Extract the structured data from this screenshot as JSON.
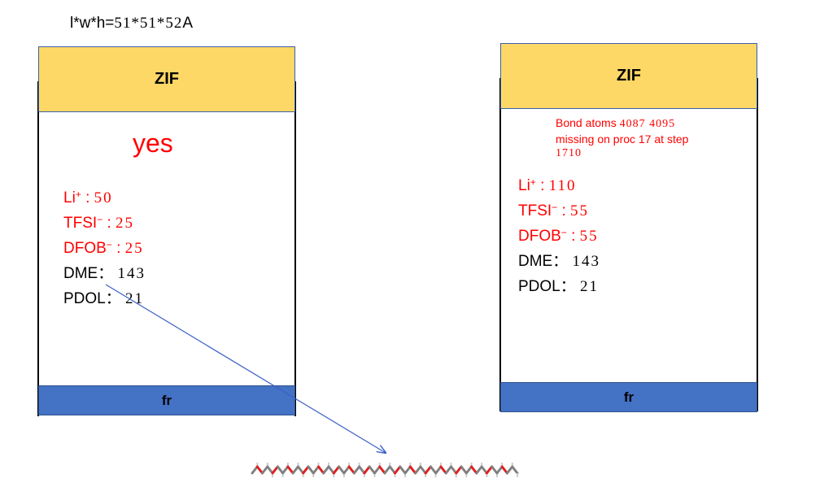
{
  "dimensions": {
    "label": "l*w*h=",
    "value": "51*51*52",
    "unit": "A"
  },
  "left_box": {
    "header": "ZIF",
    "status": "yes",
    "footer": "fr",
    "components": [
      {
        "name": "Li",
        "charge": "+",
        "sep": " : ",
        "count": "50",
        "color": "#ff0000"
      },
      {
        "name": "TFSI",
        "charge": "−",
        "sep": " : ",
        "count": "25",
        "color": "#ff0000"
      },
      {
        "name": "DFOB",
        "charge": "−",
        "sep": " : ",
        "count": "25",
        "color": "#ff0000"
      },
      {
        "name": "DME",
        "charge": "",
        "sep": "： ",
        "count": "143",
        "color": "#000000"
      },
      {
        "name": "PDOL",
        "charge": "",
        "sep": "： ",
        "count": "21",
        "color": "#000000"
      }
    ]
  },
  "right_box": {
    "header": "ZIF",
    "error": {
      "line1": "Bond atoms ",
      "atoms": "4087 4095",
      "line2": "missing on proc 17 at step",
      "step": "1710"
    },
    "footer": "fr",
    "components": [
      {
        "name": "Li",
        "charge": "+",
        "sep": " : ",
        "count": "110",
        "color": "#ff0000"
      },
      {
        "name": "TFSI",
        "charge": "−",
        "sep": " : ",
        "count": "55",
        "color": "#ff0000"
      },
      {
        "name": "DFOB",
        "charge": "−",
        "sep": " : ",
        "count": "55",
        "color": "#ff0000"
      },
      {
        "name": "DME",
        "charge": "",
        "sep": "： ",
        "count": "143",
        "color": "#000000"
      },
      {
        "name": "PDOL",
        "charge": "",
        "sep": "： ",
        "count": "21",
        "color": "#000000"
      }
    ]
  },
  "colors": {
    "header": "#fdd866",
    "footer": "#4472c4",
    "arrow": "#3a5fc8",
    "oxygen": "#e02020",
    "carbon": "#808080"
  }
}
